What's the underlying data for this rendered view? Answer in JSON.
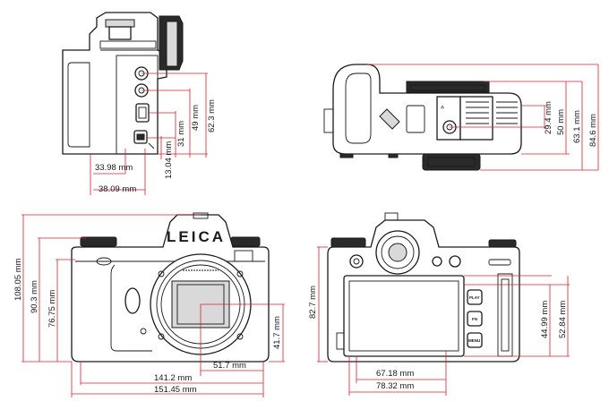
{
  "colors": {
    "dimension_line": "#d62030",
    "outline": "#1a1a1a",
    "background": "#ffffff"
  },
  "views": {
    "side": {
      "dimensions": [
        "33.98 mm",
        "38.09 mm",
        "13.04 mm",
        "31 mm",
        "49 mm",
        "62.3 mm"
      ]
    },
    "top": {
      "dimensions": [
        "29.4 mm",
        "50 mm",
        "63.1 mm",
        "84.6 mm"
      ]
    },
    "front": {
      "brand": "LEICA",
      "dimensions": [
        "108.05 mm",
        "90.3 mm",
        "76.75 mm",
        "41.7 mm",
        "51.7 mm",
        "141.2 mm",
        "151.45 mm"
      ]
    },
    "back": {
      "buttons": [
        "PLAY",
        "FN",
        "MENU"
      ],
      "dimensions": [
        "82.7 mm",
        "44.99 mm",
        "52.84 mm",
        "67.18 mm",
        "78.32 mm"
      ]
    }
  }
}
